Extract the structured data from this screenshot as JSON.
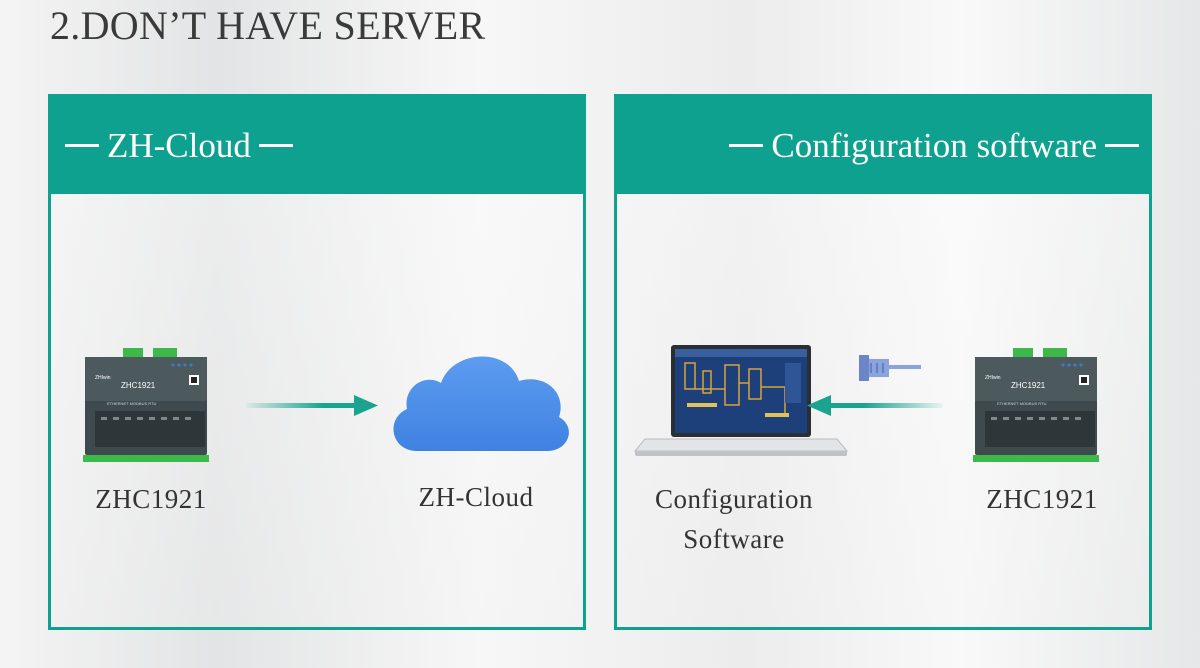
{
  "title": "2.DON’T HAVE SERVER",
  "colors": {
    "accent": "#0fa18f",
    "cloud": "#4f91ea",
    "arrow": "#1aa38f"
  },
  "left_panel": {
    "header": "ZH-Cloud",
    "device": {
      "model_text": "ZHC1921",
      "caption": "ZHC1921",
      "brand": "ZHIwin",
      "bus_text": "ETHERNET MODBUS RTU",
      "icon": "relay-module-icon"
    },
    "target": {
      "caption": "ZH-Cloud",
      "icon": "cloud-icon"
    }
  },
  "right_panel": {
    "header": "Configuration software",
    "device": {
      "model_text": "ZHC1921",
      "caption": "ZHC1921",
      "brand": "ZHIwin",
      "bus_text": "ETHERNET MODBUS RTU",
      "icon": "relay-module-icon"
    },
    "target": {
      "caption_line1": "Configuration",
      "caption_line2": "Software",
      "icon": "laptop-icon"
    },
    "connector": {
      "icon": "serial-connector-icon"
    }
  }
}
